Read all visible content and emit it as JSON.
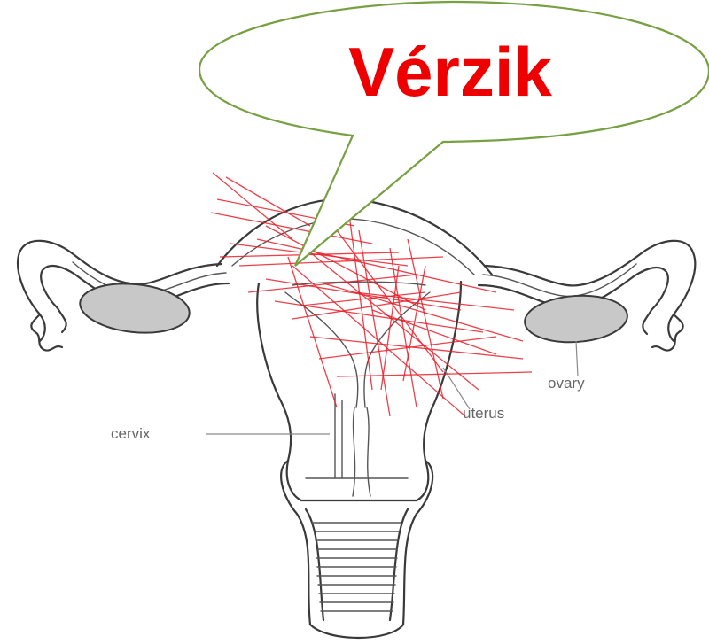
{
  "bubble": {
    "text": "Vérzik",
    "text_color": "#ee0000",
    "border_color": "#77a042"
  },
  "labels": {
    "ovary": "ovary",
    "uterus": "uterus",
    "cervix": "cervix"
  },
  "colors": {
    "pain_lines": "#e8202a",
    "outline": "#3a3a3a",
    "ovary_fill": "#c8c8c8"
  }
}
